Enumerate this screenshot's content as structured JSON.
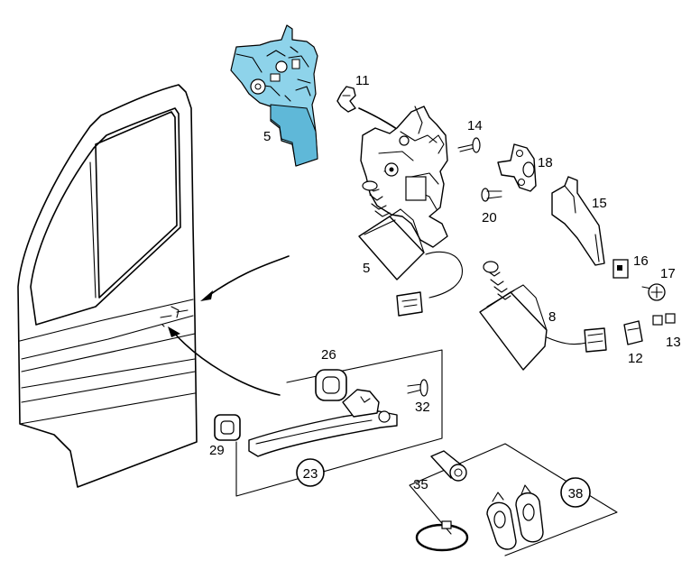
{
  "diagram": {
    "highlight_color": "#8ed3ea",
    "labels": {
      "p5a": "5",
      "p11": "11",
      "p14": "14",
      "p18": "18",
      "p20": "20",
      "p15": "15",
      "p5b": "5",
      "p16": "16",
      "p17": "17",
      "p8": "8",
      "p12": "12",
      "p13": "13",
      "p26": "26",
      "p32": "32",
      "p29": "29",
      "p23": "23",
      "p35": "35",
      "p38": "38"
    }
  }
}
